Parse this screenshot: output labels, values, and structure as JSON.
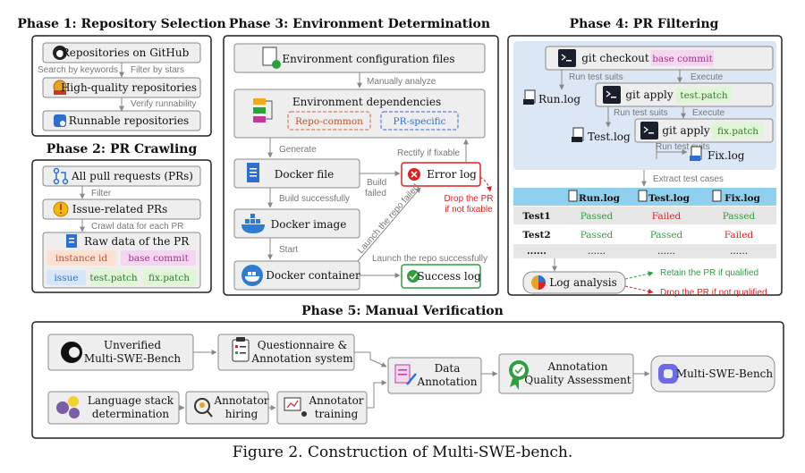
{
  "phase1": {
    "title": "Phase 1: Repository Selection",
    "nodes": [
      "Repositories on GitHub",
      "High-quality repositories",
      "Runnable repositories"
    ],
    "labels": {
      "search": "Search by keywords",
      "filter": "Filter by stars",
      "verify": "Verify runnability"
    }
  },
  "phase2": {
    "title": "Phase 2: PR Crawling",
    "nodes": [
      "All pull requests (PRs)",
      "Issue-related PRs",
      "Raw data of the PR"
    ],
    "labels": {
      "filter": "Filter",
      "crawl": "Crawl data for each PR"
    },
    "chips": [
      "instance id",
      "base commit",
      "issue",
      "test.patch",
      "fix.patch"
    ]
  },
  "phase3": {
    "title": "Phase 3: Environment Determination",
    "env_files": "Environment configuration files",
    "env_deps": "Environment dependencies",
    "repo_common": "Repo-common",
    "pr_specific": "PR-specific",
    "docker_file": "Docker file",
    "docker_image": "Docker image",
    "docker_container": "Docker container",
    "error_log": "Error log",
    "success_log": "Success log",
    "labels": {
      "manually_analyze": "Manually analyze",
      "generate": "Generate",
      "build_success": "Build successfully",
      "start": "Start",
      "build_failed_1": "Build",
      "build_failed_2": "failed",
      "rectify": "Rectify if fixable",
      "launch_failed": "Launch the repo failed",
      "launch_success": "Launch the repo successfully",
      "drop_1": "Drop the PR",
      "drop_2": "if not fixable"
    }
  },
  "phase4": {
    "title": "Phase 4: PR Filtering",
    "cmd1": "git checkout",
    "chip1": "base commit",
    "cmd2": "git apply",
    "chip2": "test.patch",
    "cmd3": "git apply",
    "chip3": "fix.patch",
    "logs": [
      "Run.log",
      "Test.log",
      "Fix.log"
    ],
    "labels": {
      "run_suits": "Run test suits",
      "execute": "Execute",
      "extract": "Extract test cases"
    },
    "table": {
      "headers": [
        "Run.log",
        "Test.log",
        "Fix.log"
      ],
      "rows": [
        {
          "name": "Test1",
          "values": [
            "Passed",
            "Failed",
            "Passed"
          ]
        },
        {
          "name": "Test2",
          "values": [
            "Passed",
            "Passed",
            "Failed"
          ]
        },
        {
          "name": "......",
          "values": [
            "......",
            "......",
            "......"
          ]
        }
      ]
    },
    "log_analysis": "Log analysis",
    "retain": "Retain the PR if qualified",
    "drop": "Drop the PR if not qualified"
  },
  "phase5": {
    "title": "Phase 5: Manual Verification",
    "unverified_1": "Unverified",
    "unverified_2": "Multi-SWE-Bench",
    "questionnaire_1": "Questionnaire &",
    "questionnaire_2": "Annotation system",
    "language_1": "Language stack",
    "language_2": "determination",
    "hiring_1": "Annotator",
    "hiring_2": "hiring",
    "training_1": "Annotator",
    "training_2": "training",
    "data_1": "Data",
    "data_2": "Annotation",
    "quality_1": "Annotation",
    "quality_2": "Quality Assessment",
    "final": "Multi-SWE-Bench"
  },
  "caption": "Figure 2. Construction of Multi-SWE-bench.",
  "colors": {
    "node_fill": "#eeeeee",
    "node_stroke": "#888888",
    "error": "#e02020",
    "success": "#2e9e3e",
    "phase4_bg": "#dce7f5",
    "table_header": "#8fd0ee",
    "row_alt": "#e6e6e6"
  }
}
